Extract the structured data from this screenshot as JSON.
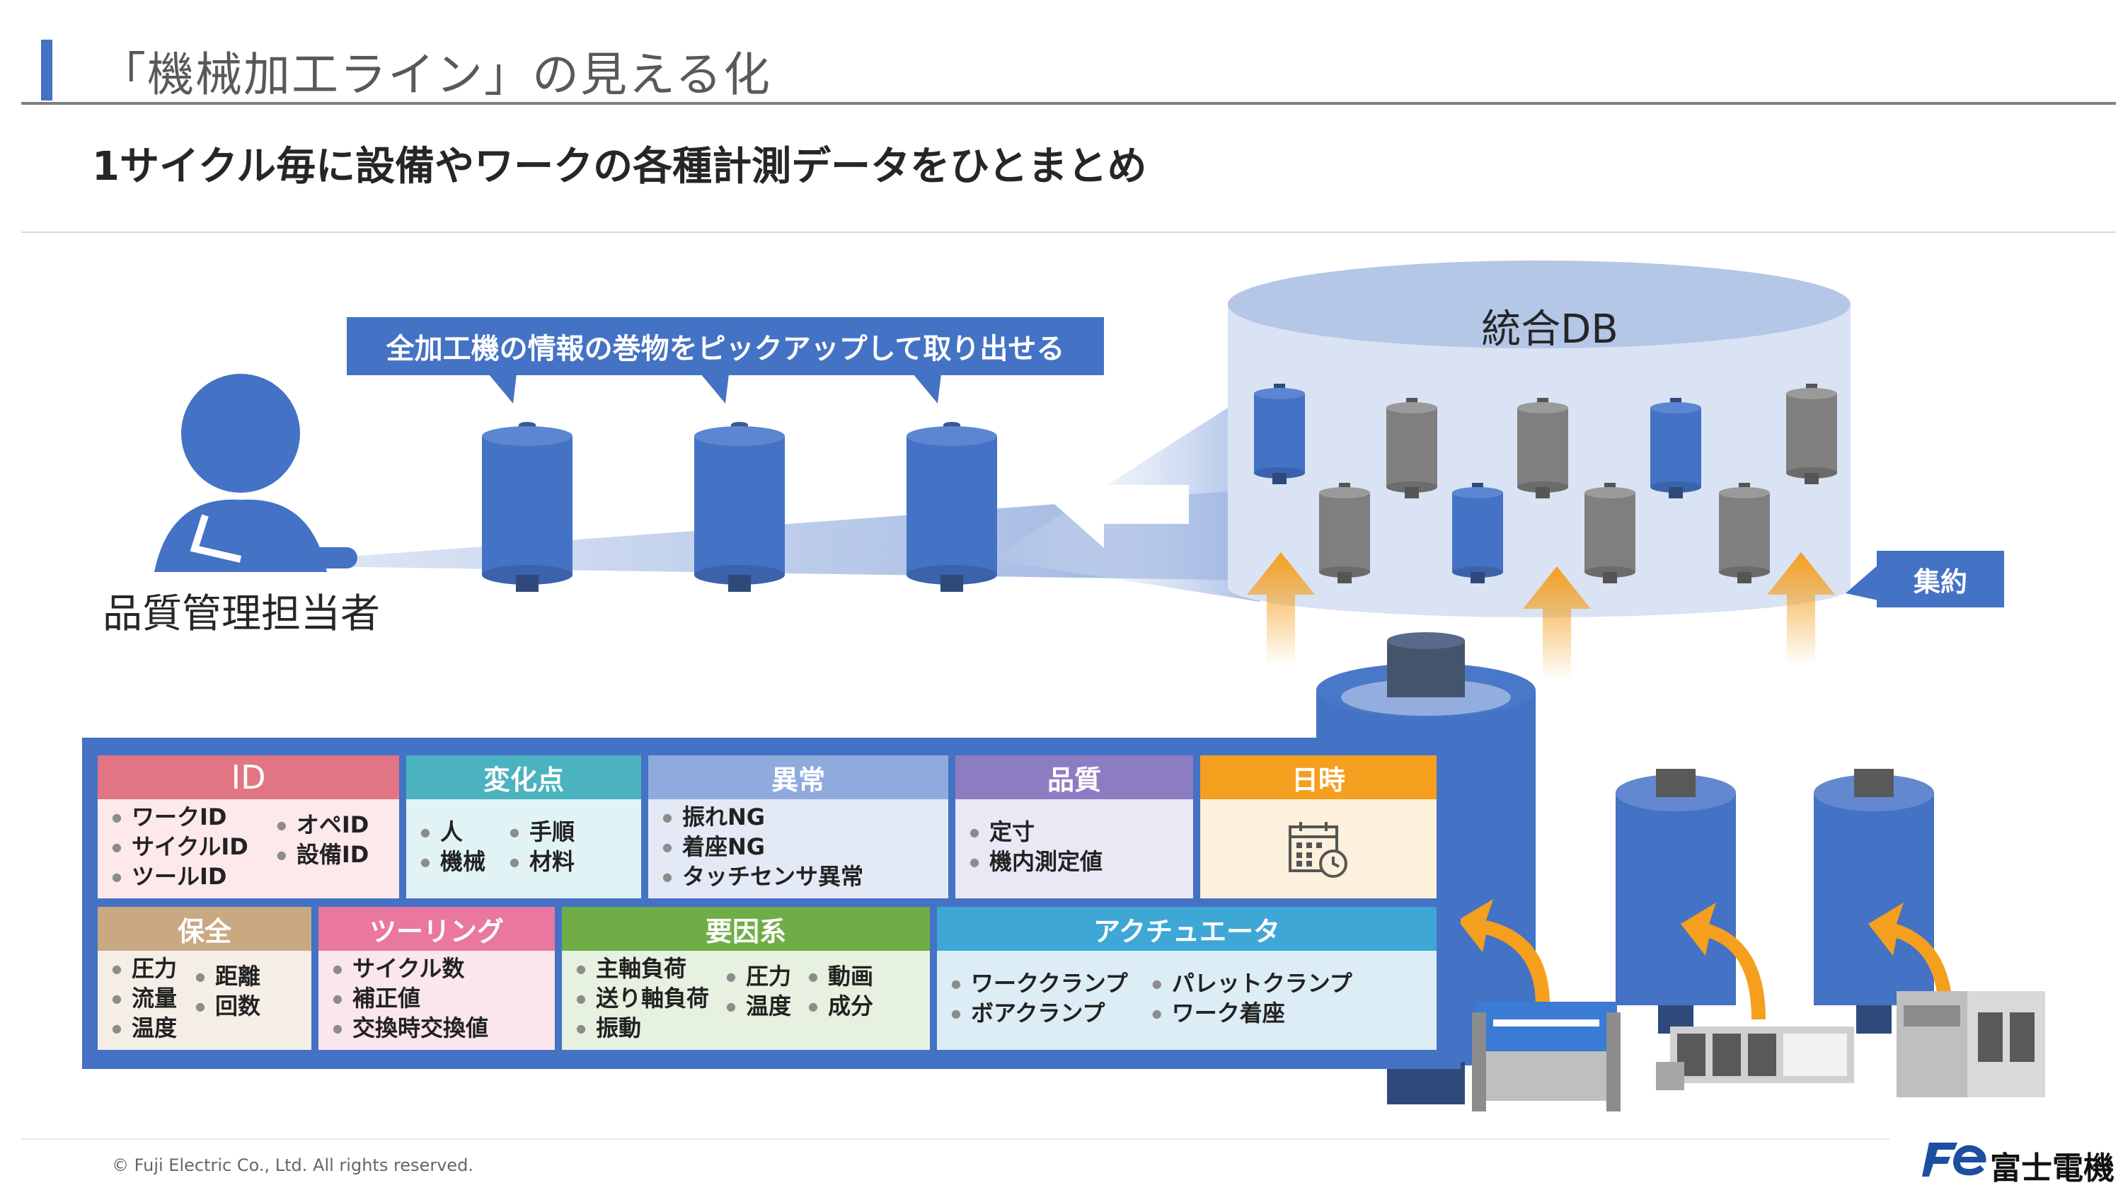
{
  "title": "「機械加工ライン」の見える化",
  "subtitle": "1サイクル毎に設備やワークの各種計測データをひとまとめ",
  "callout": "全加工機の情報の巻物をピックアップして取り出せる",
  "operator_label": "品質管理担当者",
  "db_label": "統合DB",
  "aggregate_label": "集約",
  "categories": {
    "id": {
      "header": "ID",
      "col1": [
        "ワークID",
        "サイクルID",
        "ツールID"
      ],
      "col2": [
        "オペID",
        "設備ID"
      ]
    },
    "change": {
      "header": "変化点",
      "col1": [
        "人",
        "機械"
      ],
      "col2": [
        "手順",
        "材料"
      ]
    },
    "abnormal": {
      "header": "異常",
      "col1": [
        "振れNG",
        "着座NG",
        "タッチセンサ異常"
      ]
    },
    "quality": {
      "header": "品質",
      "col1": [
        "定寸",
        "機内測定値"
      ]
    },
    "datetime": {
      "header": "日時"
    },
    "maintenance": {
      "header": "保全",
      "col1": [
        "圧力",
        "流量",
        "温度"
      ],
      "col2": [
        "距離",
        "回数"
      ]
    },
    "tooling": {
      "header": "ツーリング",
      "col1": [
        "サイクル数",
        "補正値",
        "交換時交換値"
      ]
    },
    "factors": {
      "header": "要因系",
      "col1": [
        "主軸負荷",
        "送り軸負荷",
        "振動"
      ],
      "col2": [
        "圧力",
        "温度"
      ],
      "col3": [
        "動画",
        "成分"
      ]
    },
    "actuator": {
      "header": "アクチュエータ",
      "col1": [
        "ワーククランプ",
        "ボアクランプ"
      ],
      "col2": [
        "パレットクランプ",
        "ワーク着座"
      ]
    }
  },
  "colors": {
    "accent": "#4472c4",
    "id": "#e27583",
    "change": "#4bb3c0",
    "abnormal": "#8faadc",
    "quality": "#8e7cc3",
    "datetime": "#f59f1e",
    "maintenance": "#c9a982",
    "tooling": "#e9779f",
    "factors": "#70ad47",
    "actuator": "#3fa7d6",
    "arrow_orange": "#f59f1e",
    "gray_scroll": "#7f7f7f"
  },
  "icons": [
    "person-icon",
    "calendar-clock-icon",
    "scroll-icon",
    "fuji-electric-logo"
  ],
  "footer": {
    "copyright": "© Fuji Electric Co., Ltd. All rights reserved.",
    "logo_text": "富士電機"
  }
}
